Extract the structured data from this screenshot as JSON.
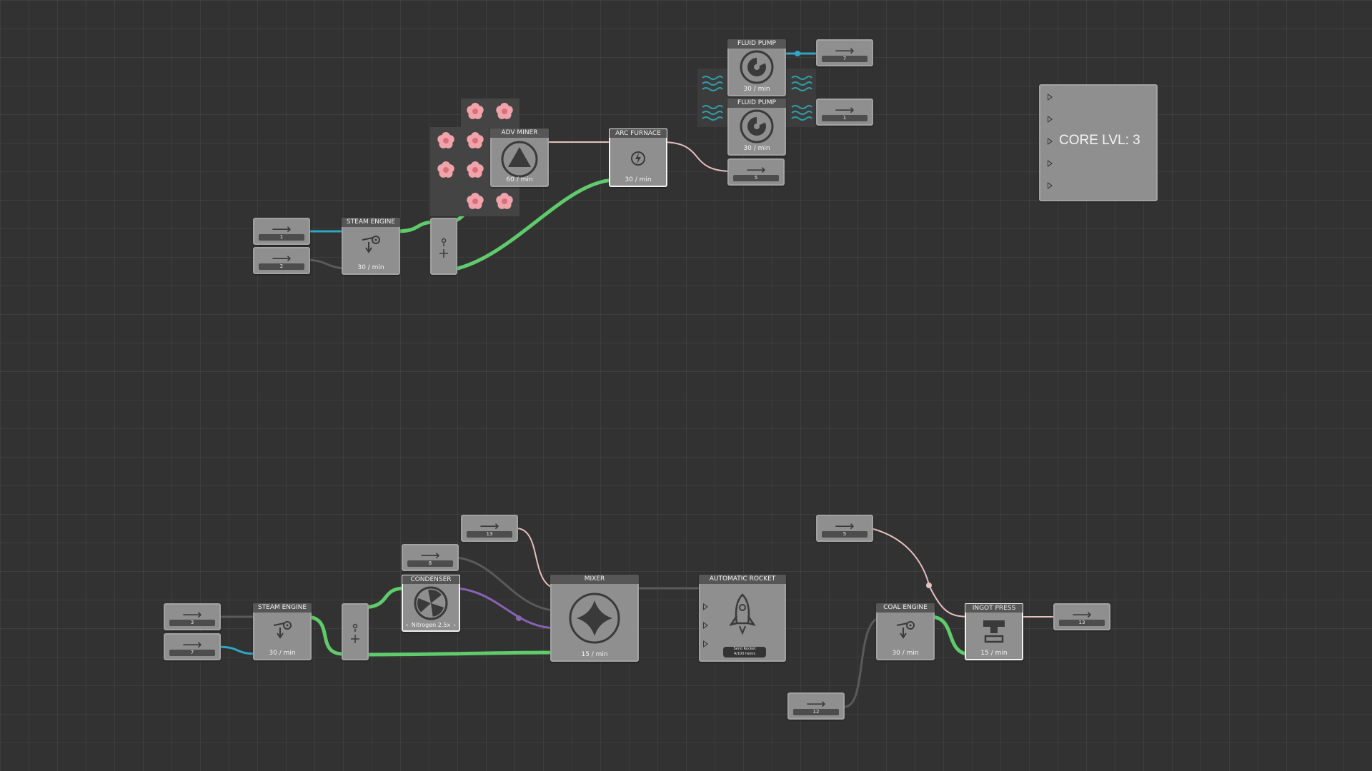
{
  "colors": {
    "background": "#323232",
    "power_wire": "#5fcb6b",
    "water_wire": "#2ea7c4",
    "ore_wire": "#e6bfbf",
    "gas_wire": "#8a62b4",
    "dark_wire": "#5a5a5a",
    "ore_tile": "#f0a3a9",
    "water_tile": "#2e9eaa"
  },
  "top": {
    "sources": [
      "1",
      "2",
      "7",
      "1",
      "5"
    ],
    "steam_engine": {
      "title": "STEAM ENGINE",
      "rate": "30  / min",
      "icon": "steam-engine-icon"
    },
    "adv_miner": {
      "title": "ADV MINER",
      "rate": "60  / min",
      "icon": "triangle-drill-icon"
    },
    "arc_furnace": {
      "title": "ARC FURNACE",
      "rate": "30  / min",
      "icon": "lightning-icon"
    },
    "fluid_pump_1": {
      "title": "FLUID PUMP",
      "rate": "30  / min",
      "icon": "pump-icon"
    },
    "fluid_pump_2": {
      "title": "FLUID PUMP",
      "rate": "30  / min",
      "icon": "pump-icon"
    }
  },
  "core": {
    "label": "CORE LVL: 3",
    "inputs": 5
  },
  "bottom": {
    "sources": [
      "3",
      "7",
      "8",
      "13",
      "5",
      "12",
      "13"
    ],
    "steam_engine": {
      "title": "STEAM ENGINE",
      "rate": "30  / min"
    },
    "condenser": {
      "title": "CONDENSER",
      "selection": "Nitrogen 2.5x",
      "prev": "‹",
      "next": "›"
    },
    "mixer": {
      "title": "MIXER",
      "rate": "15  / min"
    },
    "automatic_rocket": {
      "title": "AUTOMATIC ROCKET",
      "button_line1": "Send Rocket",
      "button_line2": "4/100 Items"
    },
    "coal_engine": {
      "title": "COAL ENGINE",
      "rate": "30  / min"
    },
    "ingot_press": {
      "title": "INGOT PRESS",
      "rate": "15  / min"
    }
  }
}
